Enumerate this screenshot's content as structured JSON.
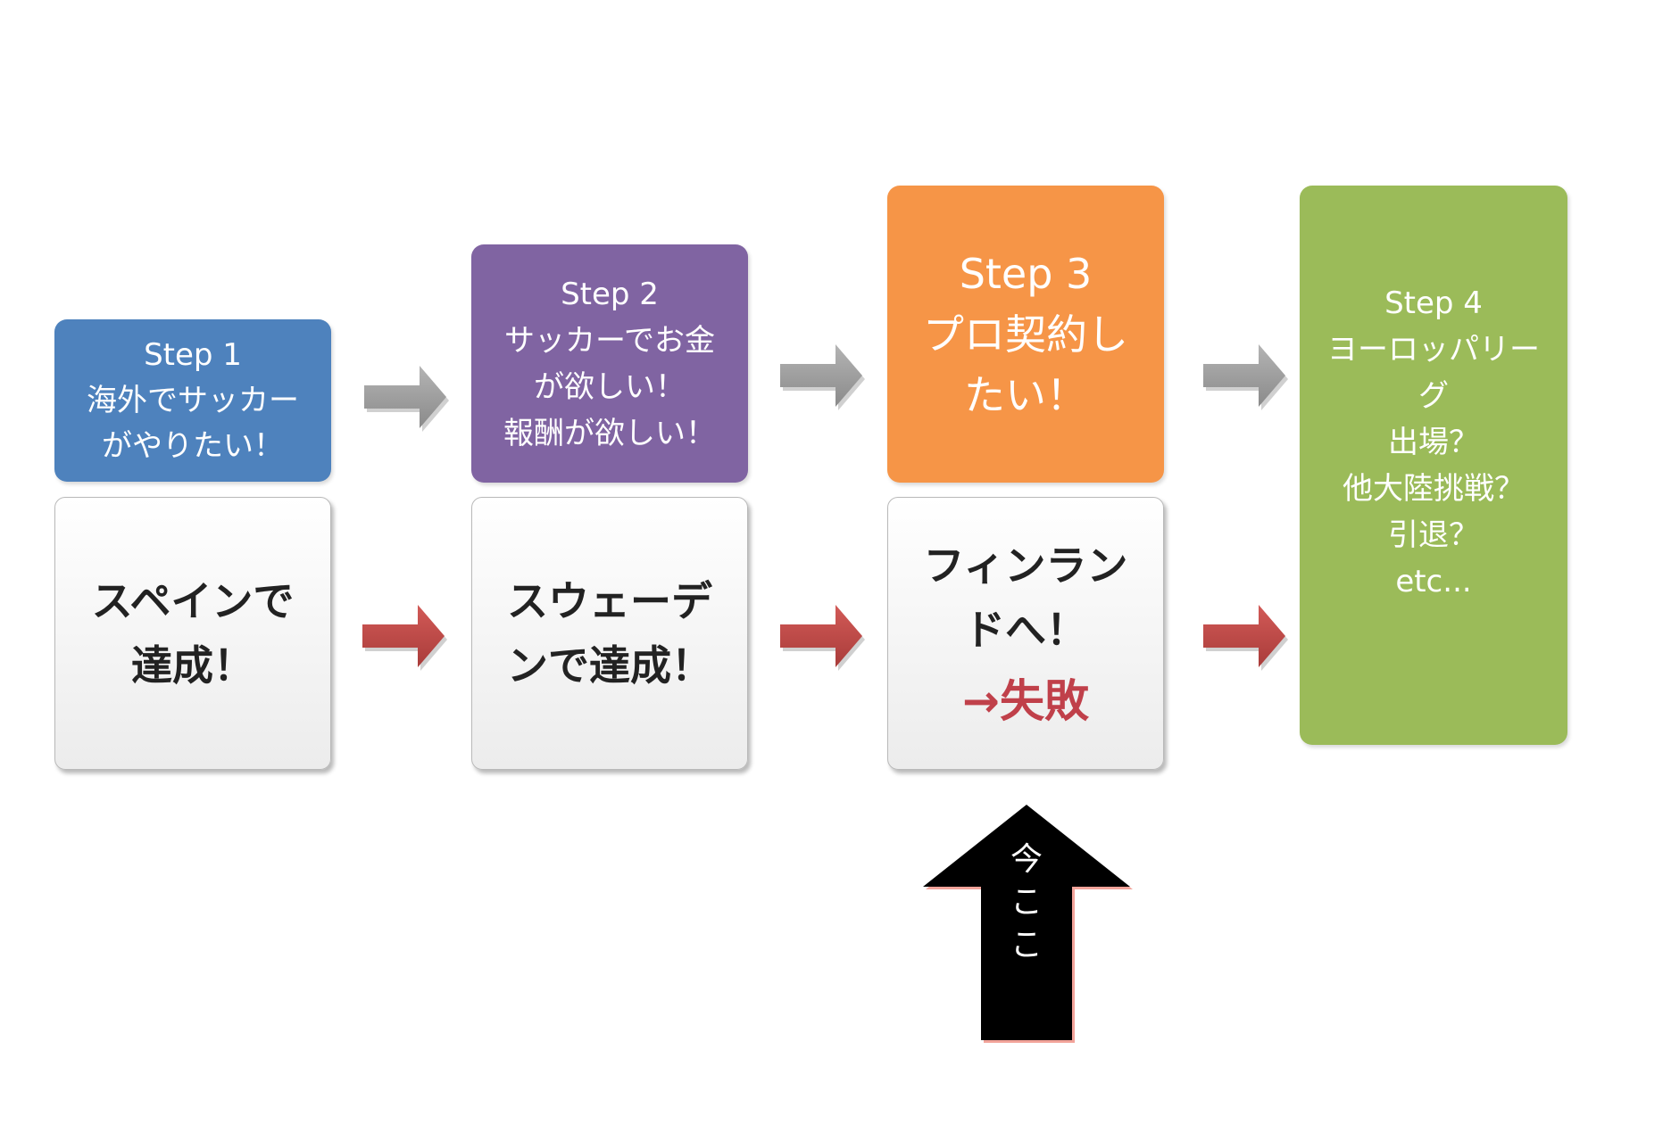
{
  "colors": {
    "step1": "#4e82bd",
    "step2": "#8064a2",
    "step3": "#f69547",
    "step4": "#9bbb59",
    "gray_arrow": "#9e9e9e",
    "red_arrow": "#c0504d",
    "fail_text": "#c0404a"
  },
  "steps": [
    {
      "lines": [
        "Step 1",
        "海外でサッカー",
        "がやりたい！"
      ]
    },
    {
      "lines": [
        "Step 2",
        "サッカーでお金",
        "が欲しい！",
        "報酬が欲しい！"
      ]
    },
    {
      "lines": [
        "Step 3",
        "プロ契約し",
        "たい！"
      ]
    },
    {
      "lines": [
        "Step 4",
        "ヨーロッパリー",
        "グ",
        "出場？",
        "他大陸挑戦？",
        "引退？",
        "etc..."
      ]
    }
  ],
  "results": [
    {
      "lines": [
        "スペインで",
        "達成！"
      ]
    },
    {
      "lines": [
        "スウェーデ",
        "ンで達成！"
      ]
    },
    {
      "lines": [
        "フィンラン",
        "ドへ！"
      ],
      "fail": "→失敗"
    }
  ],
  "current_marker": {
    "chars": [
      "今",
      "こ",
      "こ"
    ]
  }
}
